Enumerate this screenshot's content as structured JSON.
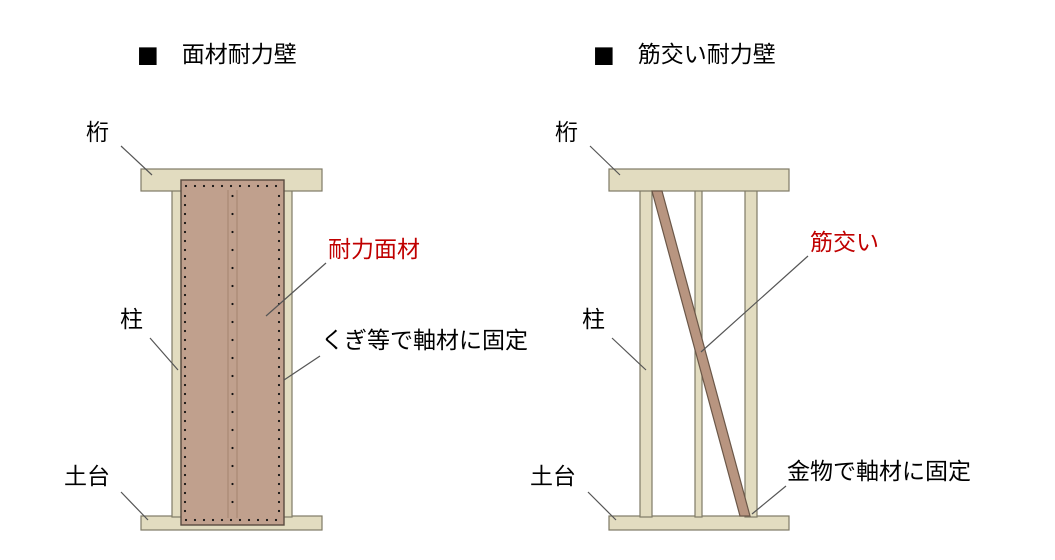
{
  "colors": {
    "lumber_fill": "#e2dcc0",
    "lumber_stroke": "#7f7a66",
    "panel_fill": "#c0a08d",
    "panel_stroke": "#5a4a40",
    "brace_fill": "#b89580",
    "accent_text": "#c00000",
    "text": "#000000",
    "leader": "#555555",
    "nail": "#111111"
  },
  "left": {
    "title": "■　面材耐力壁",
    "label_beam": "桁",
    "label_post": "柱",
    "label_sill": "土台",
    "label_panel": "耐力面材",
    "label_fix": "くぎ等で軸材に固定"
  },
  "right": {
    "title": "■　筋交い耐力壁",
    "label_beam": "桁",
    "label_post": "柱",
    "label_sill": "土台",
    "label_brace": "筋交い",
    "label_fix": "金物で軸材に固定"
  }
}
